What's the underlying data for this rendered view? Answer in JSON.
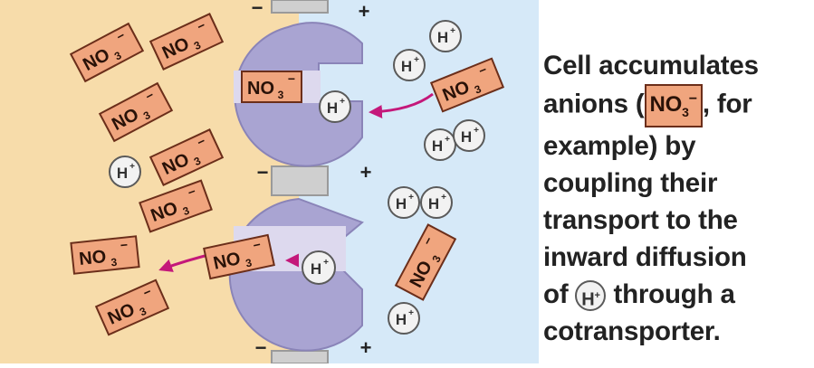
{
  "ions": {
    "nitrate_base": "NO",
    "nitrate_sub": "3",
    "nitrate_charge": "−",
    "proton_base": "H",
    "proton_charge": "+"
  },
  "membrane_charges": {
    "negative": "−",
    "positive": "+"
  },
  "caption": {
    "line1": "Cell accumulates",
    "line2_pre": "anions (",
    "line2_post": ", for",
    "line3": "example) by",
    "line4": "coupling their",
    "line5": "transport to the",
    "line6": "inward diffusion",
    "line7_pre": "of ",
    "line7_post": " through a",
    "line8": "cotransporter."
  },
  "colors": {
    "cytoplasm": "#f7dcaa",
    "extracellular": "#d6e9f8",
    "protein": "#a9a4d2",
    "nitrate_fill": "#f0a57e",
    "nitrate_border": "#6b2e1a",
    "proton_fill": "#f2f2f2",
    "arrow": "#c4187a"
  }
}
